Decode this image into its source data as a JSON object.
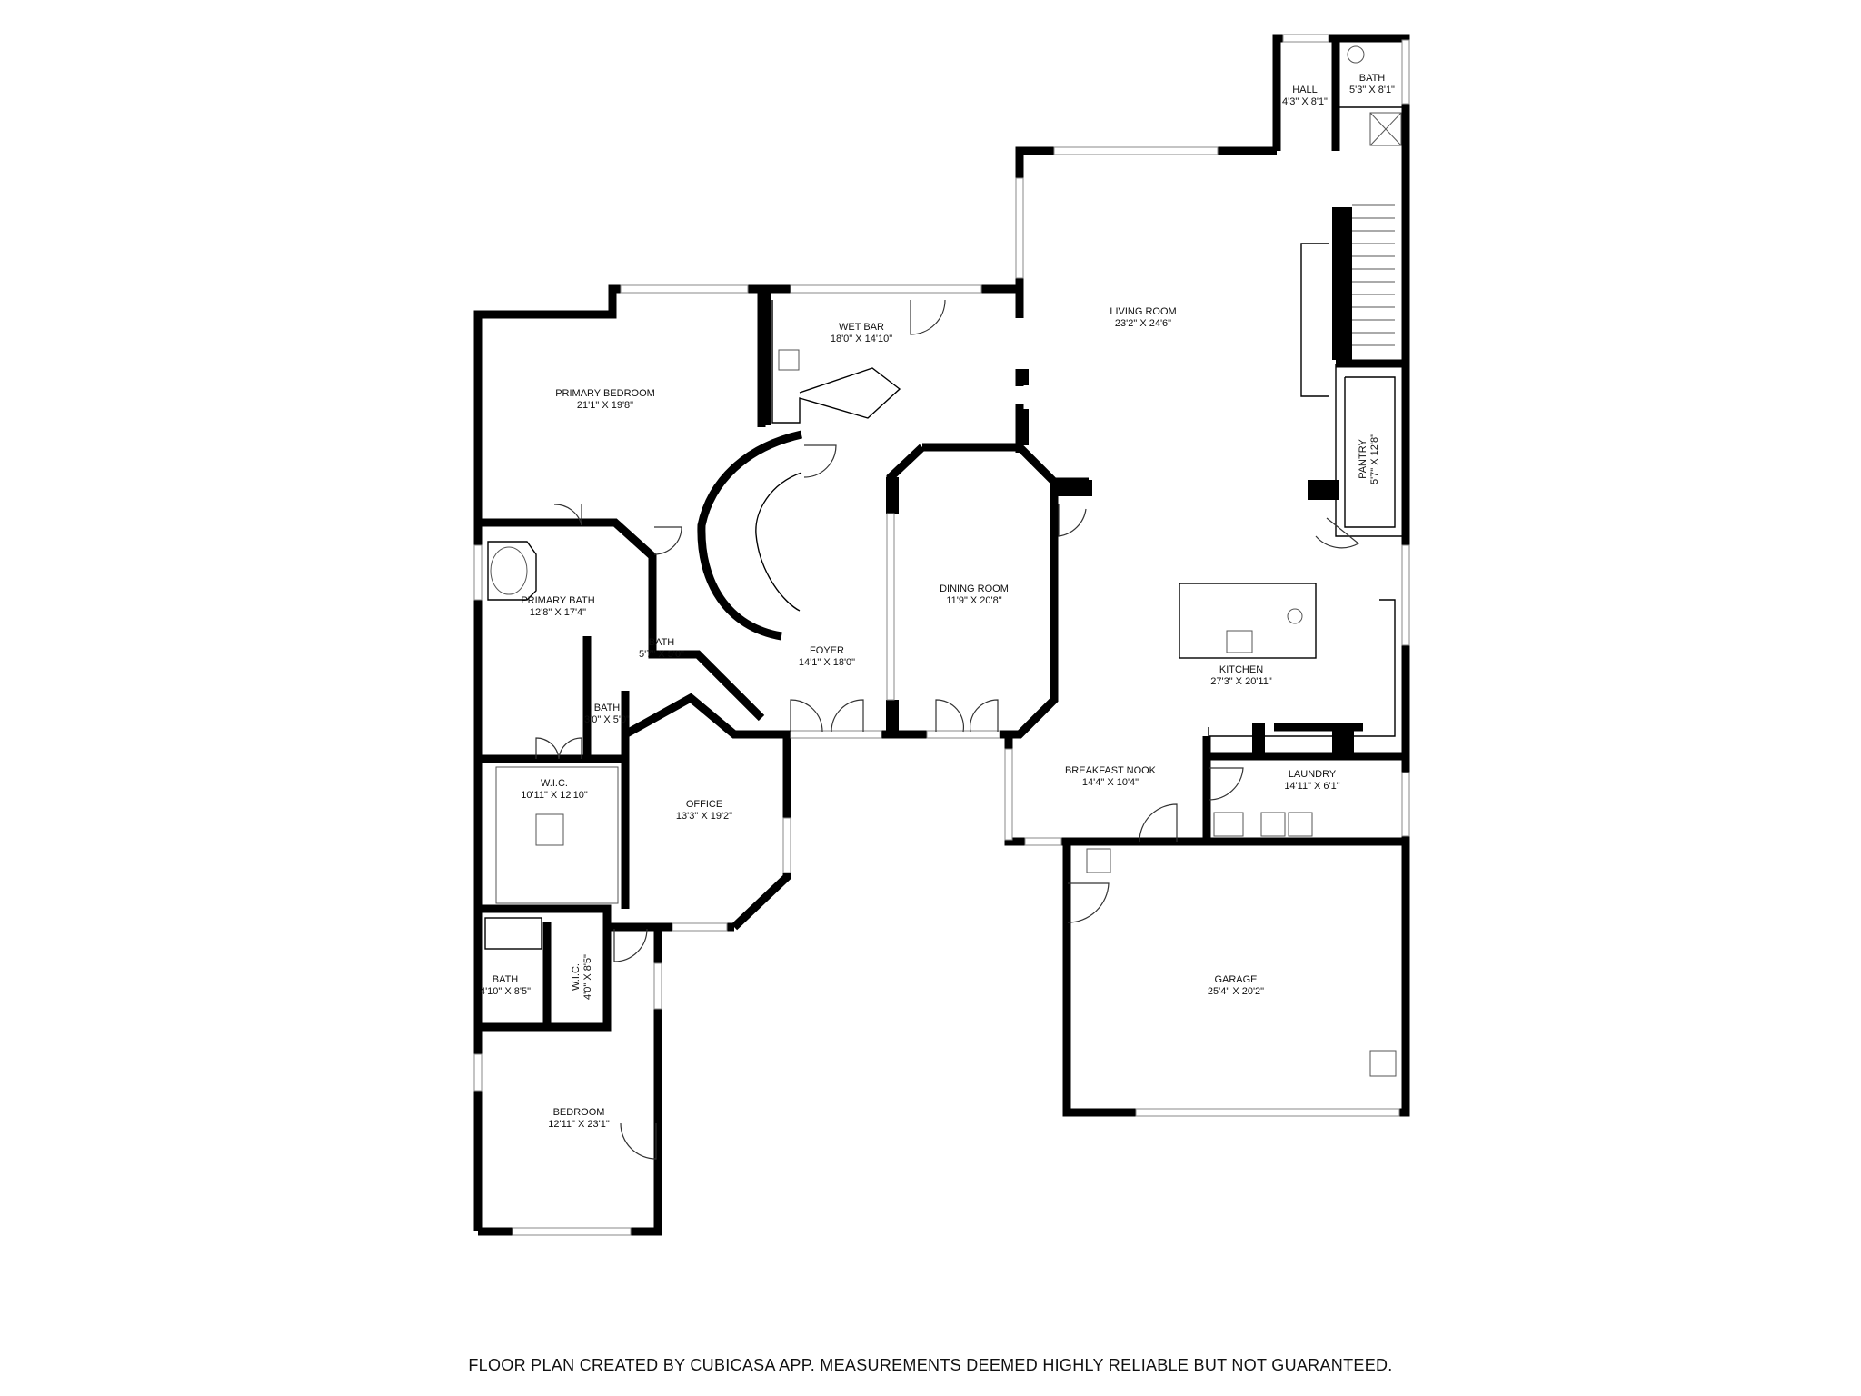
{
  "rooms": [
    {
      "key": "living",
      "name": "LIVING ROOM",
      "dims": "23'2\" X 24'6\""
    },
    {
      "key": "hall",
      "name": "HALL",
      "dims": "4'3\" X 8'1\""
    },
    {
      "key": "bath_top",
      "name": "BATH",
      "dims": "5'3\" X 8'1\""
    },
    {
      "key": "wetbar",
      "name": "WET BAR",
      "dims": "18'0\" X 14'10\""
    },
    {
      "key": "primary_bedroom",
      "name": "PRIMARY BEDROOM",
      "dims": "21'1\" X 19'8\""
    },
    {
      "key": "pantry",
      "name": "PANTRY",
      "dims": "5'7\" X 12'8\""
    },
    {
      "key": "primary_bath",
      "name": "PRIMARY BATH",
      "dims": "12'8\" X 17'4\""
    },
    {
      "key": "dining",
      "name": "DINING ROOM",
      "dims": "11'9\" X 20'8\""
    },
    {
      "key": "bath_mid",
      "name": "BATH",
      "dims": "5'7\" X 5'0\""
    },
    {
      "key": "foyer",
      "name": "FOYER",
      "dims": "14'1\" X 18'0\""
    },
    {
      "key": "kitchen",
      "name": "KITCHEN",
      "dims": "27'3\" X 20'11\""
    },
    {
      "key": "bath_small",
      "name": "BATH",
      "dims": "3'0\" X 5'0\""
    },
    {
      "key": "breakfast",
      "name": "BREAKFAST NOOK",
      "dims": "14'4\" X 10'4\""
    },
    {
      "key": "laundry",
      "name": "LAUNDRY",
      "dims": "14'11\" X 6'1\""
    },
    {
      "key": "wic_primary",
      "name": "W.I.C.",
      "dims": "10'11\" X 12'10\""
    },
    {
      "key": "office",
      "name": "OFFICE",
      "dims": "13'3\" X 19'2\""
    },
    {
      "key": "garage",
      "name": "GARAGE",
      "dims": "25'4\" X 20'2\""
    },
    {
      "key": "bath_lower",
      "name": "BATH",
      "dims": "4'10\" X 8'5\""
    },
    {
      "key": "wic_lower",
      "name": "W.I.C.",
      "dims": "4'0\" X 8'5\""
    },
    {
      "key": "bedroom",
      "name": "BEDROOM",
      "dims": "12'11\" X 23'1\""
    }
  ],
  "footer": "FLOOR PLAN CREATED BY CUBICASA APP. MEASUREMENTS DEEMED HIGHLY RELIABLE BUT NOT GUARANTEED."
}
